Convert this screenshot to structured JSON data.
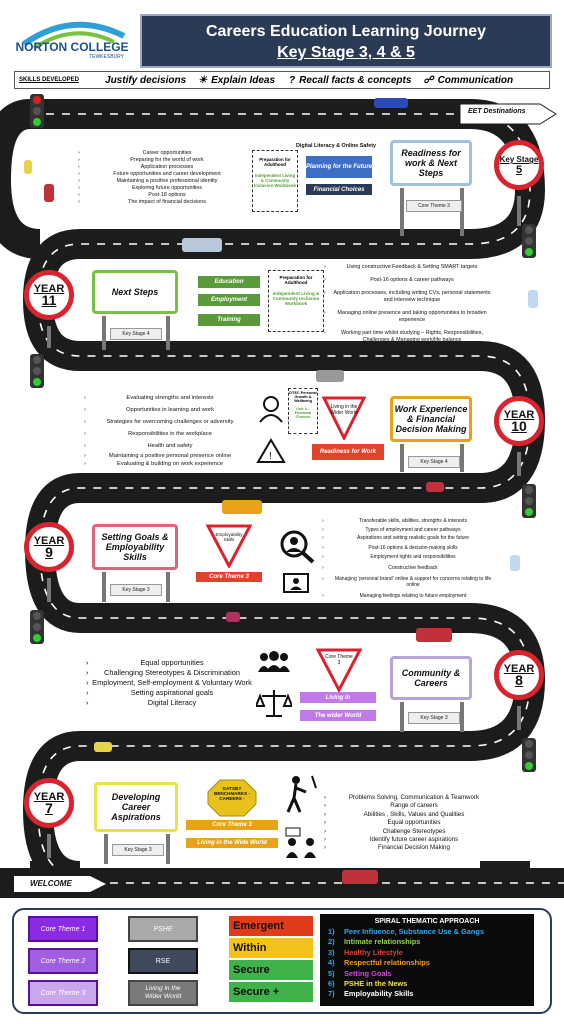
{
  "header": {
    "logo_name": "NORTON COLLEGE",
    "logo_sub": "TEWKESBURY",
    "title_line1": "Careers Education Learning Journey",
    "title_line2": "Key Stage 3, 4 & 5"
  },
  "skills_bar": {
    "label": "SKILLS DEVELOPED",
    "items": [
      "Justify decisions",
      "Explain Ideas",
      "Recall facts & concepts",
      "Communication"
    ]
  },
  "road": {
    "eet": "EET Destinations",
    "welcome": "WELCOME"
  },
  "ks5": {
    "year_line1": "Key Stage",
    "year_line2": "5",
    "sign": "Readiness for work & Next Steps",
    "arrow": "Core Theme 3",
    "digital": "Digital Literacy & Online Safety",
    "prep_title": "Preparation for Adulthood",
    "prep_sub": "Independent Living & Community Inclusion Workbook",
    "tag1": "Planning for the Future",
    "tag2": "Financial Choices",
    "bullets": [
      "Career opportunities",
      "Preparing for the world of work",
      "Application processes",
      "Future opportunities and career development",
      "Maintaining a positive professional identity",
      "Exploring future opportunities",
      "Post-18 options",
      "The impact of financial decisions"
    ]
  },
  "y11": {
    "year_line1": "YEAR",
    "year_line2": "11",
    "sign": "Next Steps",
    "arrow": "Key Stage 4",
    "tags": [
      "Education",
      "Employment",
      "Training"
    ],
    "prep_title": "Preparation for Adulthood",
    "prep_sub": "Independent Living & Community Inclusion Workbook",
    "bullets": [
      "Using constructive Feedback & Setting SMART targets",
      "Post-16 options & career pathways",
      "Application processes, including writing CVs, personal statements and interview technique",
      "Managing online presence and taking opportunities to broaden experience",
      "Working part time whilst studying – Rights, Responsibilities, Challenges & Managing work/life balance"
    ]
  },
  "y10": {
    "year_line1": "YEAR",
    "year_line2": "10",
    "sign": "Work Experience & Financial Decision Making",
    "arrow": "Key Stage 4",
    "triangle": "Living in the Wider World",
    "tag": "Readiness for Work",
    "dtec_title": "DTEC Personal Growth & Wellbeing",
    "dtec_sub": "Unit 3 – Financial Choices",
    "bullets": [
      "Evaluating strengths and interests",
      "Opportunities in learning and work",
      "Strategies for overcoming challenges or adversity",
      "Responsibilities in the workplace",
      "Health and safety",
      "Maintaining a positive personal presence online",
      "Evaluating & building on work experience"
    ]
  },
  "y9": {
    "year_line1": "YEAR",
    "year_line2": "9",
    "sign": "Setting Goals & Employability Skills",
    "arrow": "Key Stage 3",
    "triangle": "Employability Skills",
    "tag": "Core Theme 3",
    "bullets": [
      "Transferable skills, abilities, strengths & interests",
      "Types of employment and career pathways",
      "Aspirations and setting realistic goals for the future",
      "Post-16 options & decision-making skills",
      "Employment rights and responsibilities",
      "Constructive feedback",
      "Managing ‘personal brand’ online & support for concerns relating to life online",
      "Managing feelings relating to future employment"
    ]
  },
  "y8": {
    "year_line1": "YEAR",
    "year_line2": "8",
    "sign": "Community & Careers",
    "arrow": "Key Stage 3",
    "triangle": "Core Theme 3",
    "tag1": "Living in",
    "tag2": "The wider World",
    "bullets": [
      "Equal opportunities",
      "Challenging Stereotypes & Discrimination",
      "Employment, Self-employment & Voluntary Work",
      "Setting aspirational goals",
      "Digital Literacy"
    ]
  },
  "y7": {
    "year_line1": "YEAR",
    "year_line2": "7",
    "sign": "Developing Career Aspirations",
    "arrow": "Key Stage 3",
    "gatsby": "GATSBY BENCHMARKS - CAREERS -",
    "tag1": "Core Theme 3",
    "tag2": "Living in the Wide World",
    "bullets": [
      "Problems Solving, Communication & Teamwork",
      "Range of careers",
      "Abilities , Skills, Values and Qualities",
      "Equal opportunities",
      "Challenge Stereotypes",
      "Identify future career aspirations",
      "Financial Decision Making"
    ]
  },
  "legend": {
    "themes": [
      "Core Theme 1",
      "Core Theme 2",
      "Core Theme 3"
    ],
    "subjects": [
      "PSHE",
      "RSE",
      "Living in the Wider World"
    ],
    "levels": [
      "Emergent",
      "Within",
      "Secure",
      "Secure +"
    ],
    "spiral_title": "SPIRAL THEMATIC APPROACH",
    "spiral_items": [
      {
        "num": "1)",
        "text": "Peer Influence, Substance Use & Gangs",
        "color": "#35a7e8"
      },
      {
        "num": "2)",
        "text": "Intimate relationships",
        "color": "#8fd14f"
      },
      {
        "num": "3)",
        "text": "Healthy Lifestyle",
        "color": "#e23b3b"
      },
      {
        "num": "4)",
        "text": "Respectful relationships",
        "color": "#f39c12"
      },
      {
        "num": "5)",
        "text": "Setting Goals",
        "color": "#d24ad8"
      },
      {
        "num": "6)",
        "text": "PSHE in the News",
        "color": "#f4e04d"
      },
      {
        "num": "7)",
        "text": "Employability Skills",
        "color": "#ffffff"
      }
    ]
  },
  "colors": {
    "header_bg": "#2b3a55",
    "purple": "#a24bd1",
    "green": "#5a9a3a",
    "blue": "#3f6fc4",
    "orange": "#e8a21a",
    "red": "#e0432a"
  }
}
